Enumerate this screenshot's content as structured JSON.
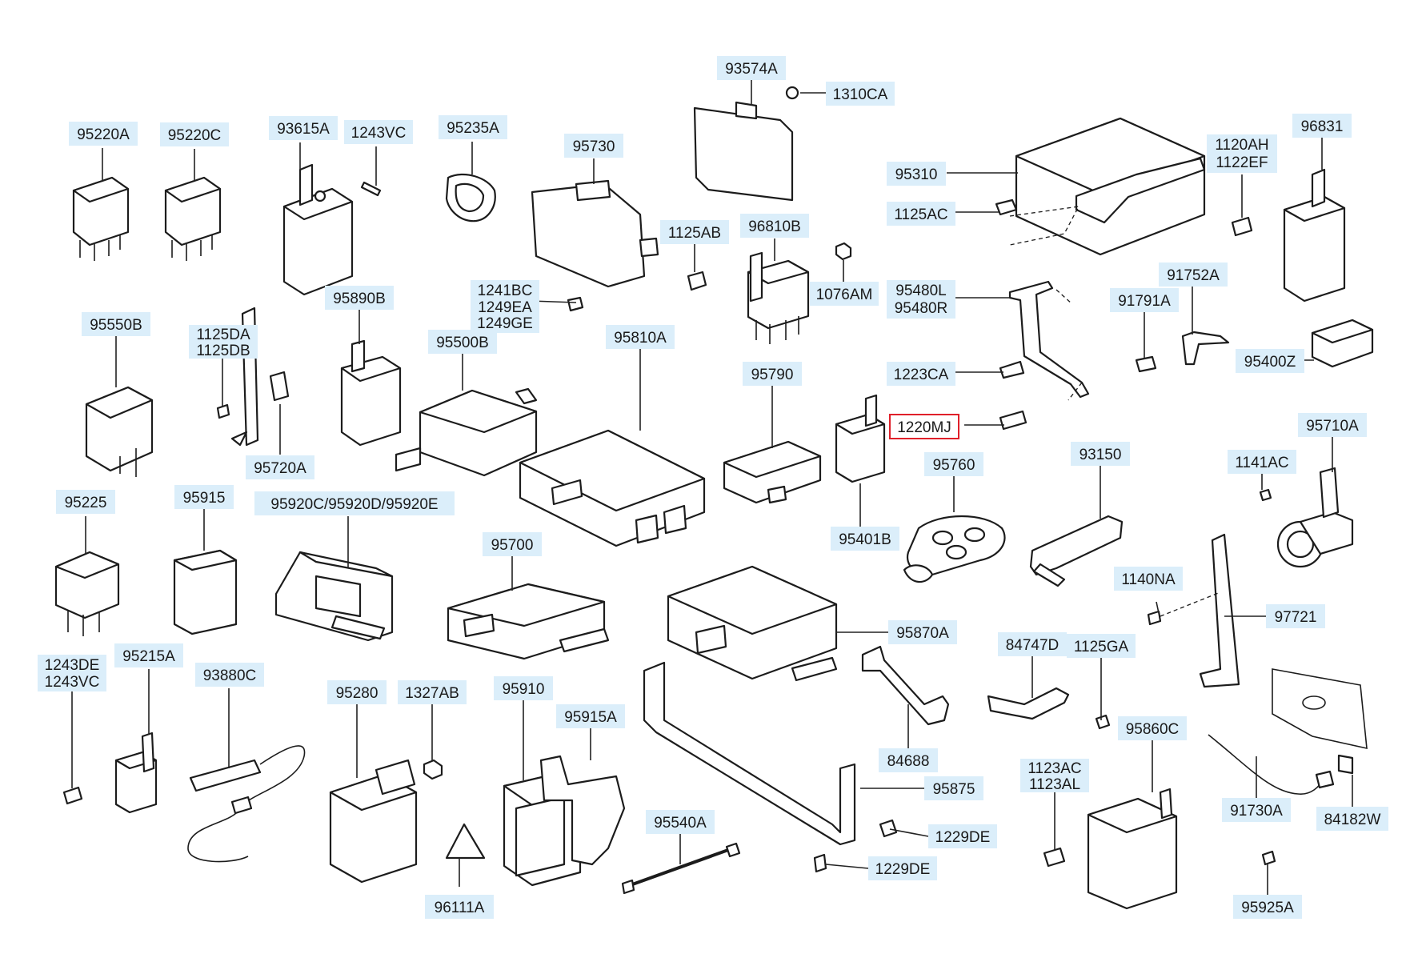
{
  "diagram": {
    "selected_label": "1220MJ",
    "labels": [
      "93574A",
      "1310CA",
      "95220A",
      "95220C",
      "93615A",
      "1243VC",
      "95235A",
      "95730",
      "95310",
      "1120AH",
      "1122EF",
      "96831",
      "1125AC",
      "1125AB",
      "96810B",
      "1076AM",
      "95480L",
      "95480R",
      "91752A",
      "91791A",
      "1241BC",
      "1249EA",
      "1249GE",
      "95890B",
      "95550B",
      "1125DA",
      "1125DB",
      "95500B",
      "95810A",
      "1223CA",
      "95400Z",
      "95790",
      "1220MJ",
      "95720A",
      "95710A",
      "95760",
      "93150",
      "1141AC",
      "95225",
      "95915",
      "95920C/95920D/95920E",
      "95401B",
      "95700",
      "1140NA",
      "97721",
      "95870A",
      "1243DE",
      "1243VC",
      "95215A",
      "93880C",
      "95280",
      "1327AB",
      "95910",
      "95915A",
      "84747D",
      "1125GA",
      "95860C",
      "84688",
      "1123AC",
      "1123AL",
      "95875",
      "91730A",
      "84182W",
      "95540A",
      "1229DE",
      "1229DE",
      "96111A",
      "95925A"
    ]
  }
}
